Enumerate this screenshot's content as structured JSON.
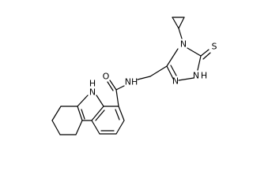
{
  "structure": {
    "atom_labels": {
      "thione_s": "S",
      "ring_n4": "N",
      "ring_n1_h": "N",
      "ring_h1": "H",
      "ring_n2": "N",
      "amide_nh": "NH",
      "amide_o": "O",
      "carbazole_n": "N",
      "carbazole_h": "H"
    },
    "colors": {
      "bond": "#000000",
      "label": "#000000",
      "background": "#ffffff"
    }
  }
}
